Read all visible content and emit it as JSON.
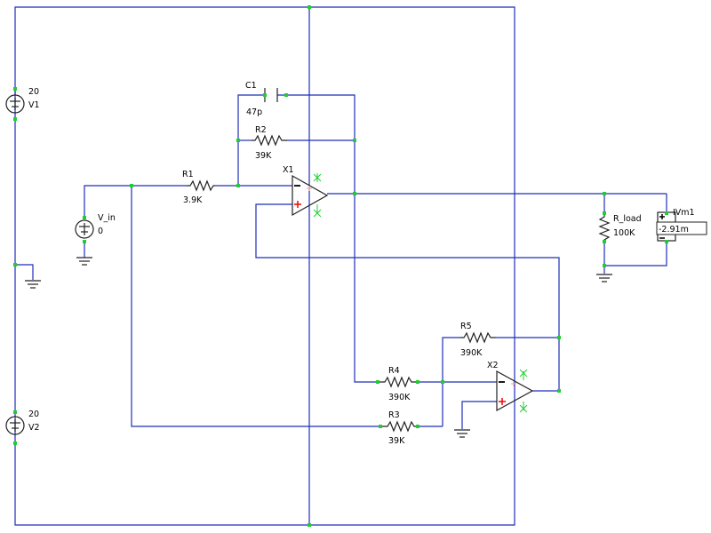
{
  "components": {
    "V1": {
      "name": "V1",
      "value": "20"
    },
    "V2": {
      "name": "V2",
      "value": "20"
    },
    "V_in": {
      "name": "V_in",
      "value": "0"
    },
    "R1": {
      "name": "R1",
      "value": "3.9K"
    },
    "R2": {
      "name": "R2",
      "value": "39K"
    },
    "C1": {
      "name": "C1",
      "value": "47p"
    },
    "X1": {
      "name": "X1"
    },
    "X2": {
      "name": "X2"
    },
    "R3": {
      "name": "R3",
      "value": "39K"
    },
    "R4": {
      "name": "R4",
      "value": "390K"
    },
    "R5": {
      "name": "R5",
      "value": "390K"
    },
    "R_load": {
      "name": "R_load",
      "value": "100K"
    },
    "IVm1": {
      "name": "IVm1",
      "reading": "-2.91m"
    }
  },
  "colors": {
    "wire": "#1f2fb8",
    "node": "#22cc33",
    "plus_sign": "#ee1111",
    "component": "#222222",
    "background": "#ffffff"
  }
}
